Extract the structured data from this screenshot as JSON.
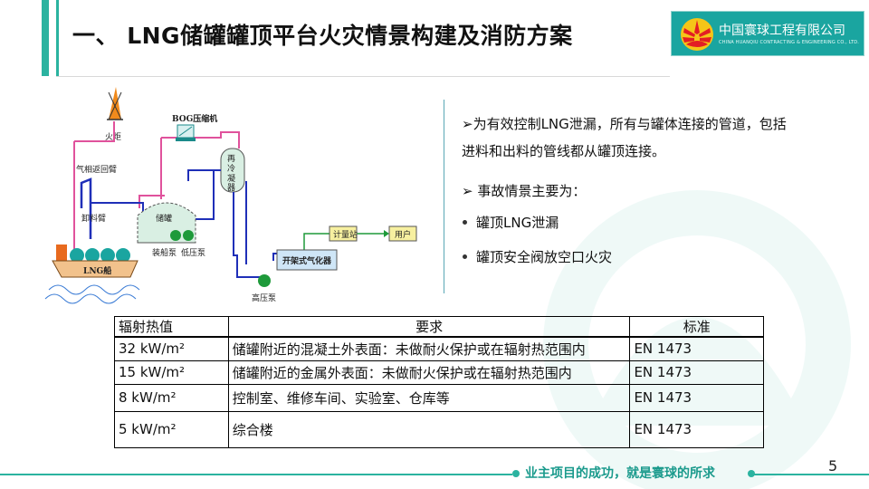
{
  "header": {
    "title": "一、 LNG储罐罐顶平台火灾情景构建及消防方案",
    "logo_cn": "中国寰球工程有限公司",
    "logo_en": "CHINA HUANQIU CONTRACTING & ENGINEERING CO., LTD."
  },
  "diagram": {
    "labels": {
      "torch": "火炬",
      "bog": "BOG压缩机",
      "recondenser": "再冷凝器",
      "vapor_return": "气相返回臂",
      "unloading_arm": "卸料臂",
      "tank": "储罐",
      "ship": "LNG船",
      "loading_pump": "装船泵",
      "lp_pump": "低压泵",
      "metering": "计量站",
      "user": "用户",
      "vaporizer": "开架式气化器",
      "hp_pump": "高压泵"
    }
  },
  "right_text": {
    "p1_line1": "➢为有效控制LNG泄漏，所有与罐体连接的管道，包括",
    "p1_line2": "进料和出料的管线都从罐顶连接。",
    "p2": "➢ 事故情景主要为：",
    "bullets": [
      "罐顶LNG泄漏",
      "罐顶安全阀放空口火灾"
    ]
  },
  "table": {
    "headers": [
      "辐射热值",
      "要求",
      "标准"
    ],
    "rows": [
      [
        "32 kW/m²",
        "储罐附近的混凝土外表面：未做耐火保护或在辐射热范围内",
        "EN 1473"
      ],
      [
        "15 kW/m²",
        "储罐附近的金属外表面：未做耐火保护或在辐射热范围内",
        "EN 1473"
      ],
      [
        "8 kW/m²",
        "控制室、维修车间、实验室、仓库等",
        "EN 1473"
      ],
      [
        "5 kW/m²",
        "综合楼",
        "EN 1473"
      ]
    ]
  },
  "footer": {
    "slogan": "业主项目的成功，就是寰球的所求",
    "page": "5"
  },
  "colors": {
    "accent": "#2bb3a0",
    "logo_bg": "#1aa5a0",
    "pink_line": "#e0529c",
    "blue_line": "#1f2fb8",
    "pump_green": "#1e9a3a"
  }
}
